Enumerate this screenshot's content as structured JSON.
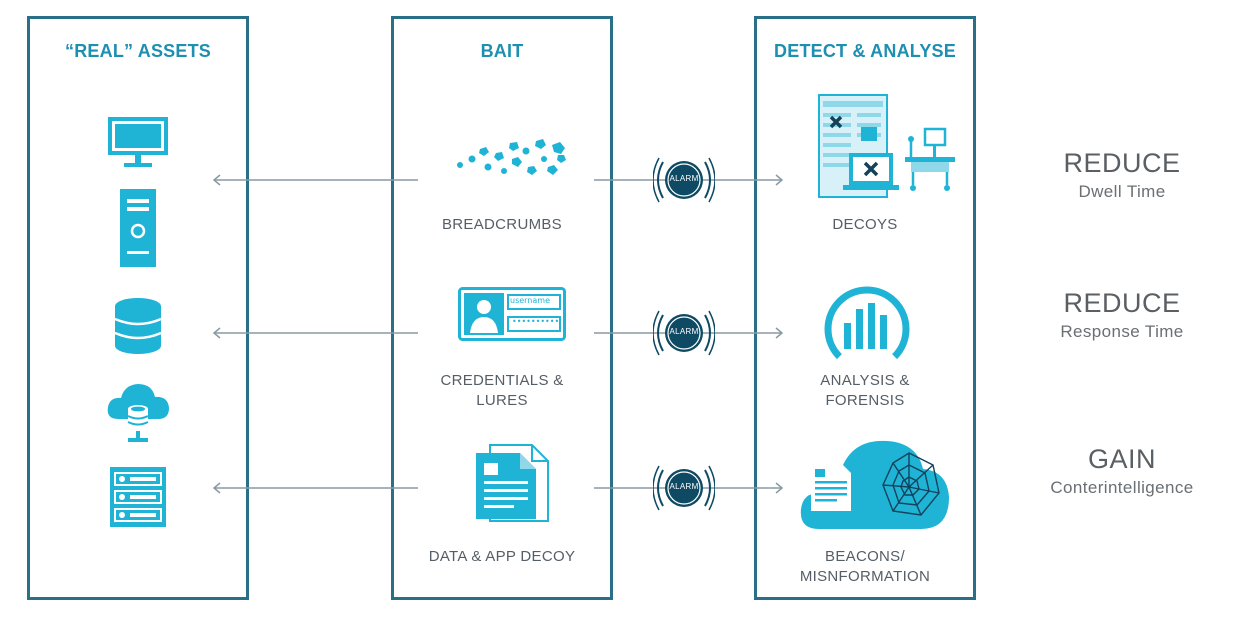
{
  "colors": {
    "border": "#2a6f88",
    "accent": "#1fb3d6",
    "title": "#1d8fb0",
    "alarm_dark": "#0e4a63",
    "label": "#555e66",
    "arrow": "#8a9aa3"
  },
  "columns": {
    "assets": {
      "title": "“REAL” ASSETS",
      "icons": [
        "monitor-icon",
        "tower-pc-icon",
        "database-icon",
        "cloud-database-icon",
        "server-rack-icon"
      ]
    },
    "bait": {
      "title": "BAIT",
      "items": [
        {
          "label": "BREADCRUMBS",
          "icon": "breadcrumbs-icon"
        },
        {
          "label_line1": "CREDENTIALS &",
          "label_line2": "LURES",
          "icon": "credential-card-icon"
        },
        {
          "label": "DATA & APP DECOY",
          "icon": "document-icon"
        }
      ]
    },
    "detect": {
      "title": "DETECT & ANALYSE",
      "items": [
        {
          "label": "DECOYS",
          "icon": "decoy-devices-icon"
        },
        {
          "label_line1": "ANALYSIS &",
          "label_line2": "FORENSIS",
          "icon": "analytics-gauge-icon"
        },
        {
          "label_line1": "BEACONS/",
          "label_line2": "MISNFORMATION",
          "icon": "cloud-web-icon"
        }
      ]
    }
  },
  "credential_card": {
    "field_text": "username",
    "password_mask": "••••••••••"
  },
  "alarm_label": "ALARM",
  "outcomes": [
    {
      "head": "REDUCE",
      "sub": "Dwell Time"
    },
    {
      "head": "REDUCE",
      "sub": "Response Time"
    },
    {
      "head": "GAIN",
      "sub": "Conterintelligence"
    }
  ]
}
